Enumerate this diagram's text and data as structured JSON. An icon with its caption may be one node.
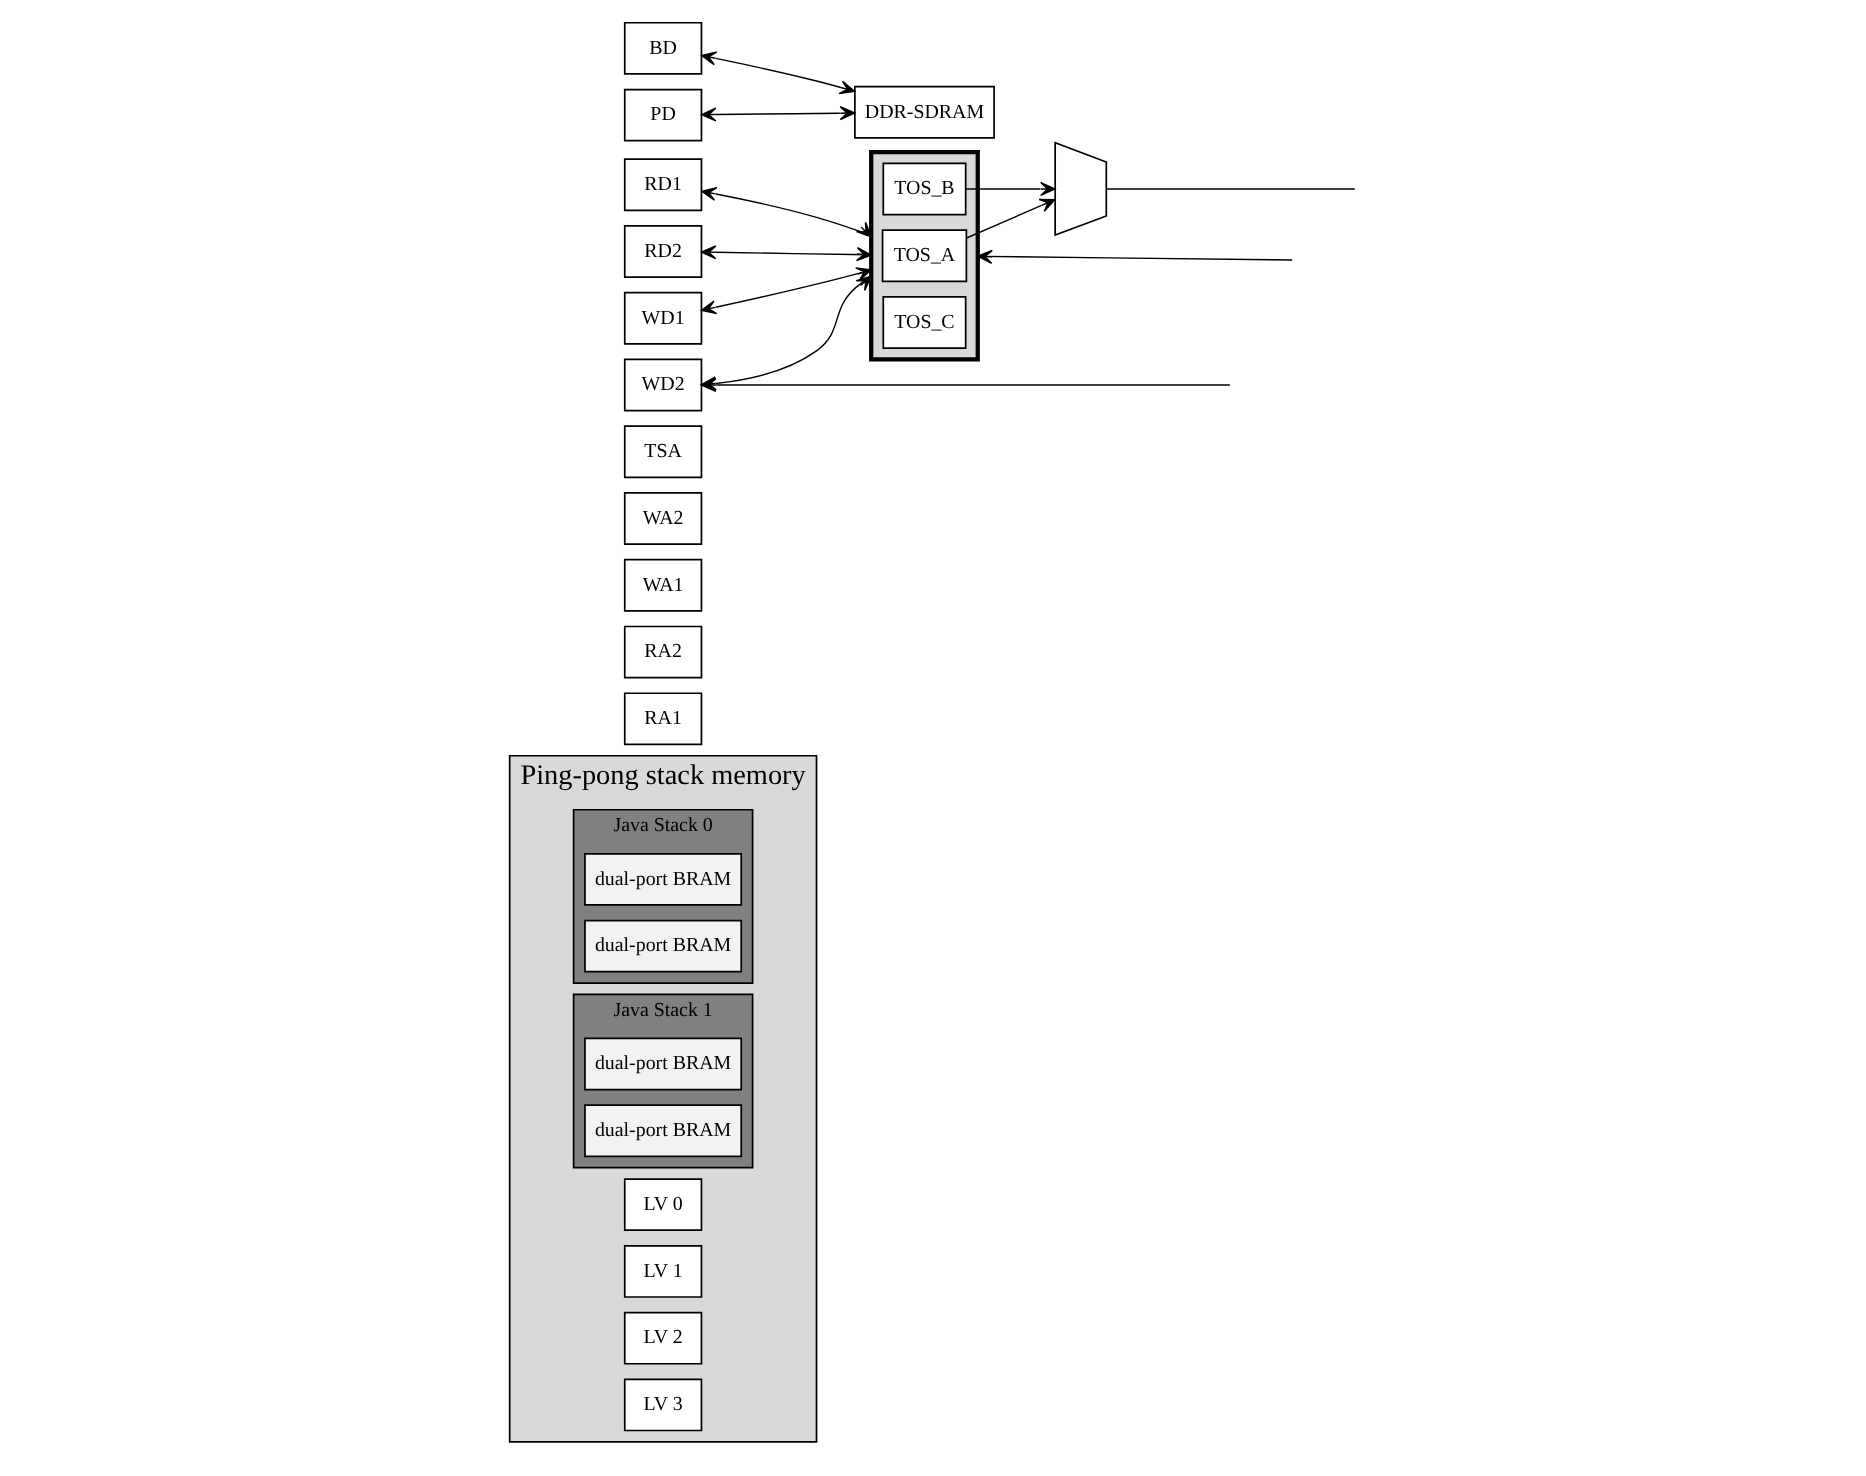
{
  "diagram": {
    "nodes": [
      {
        "text": [
          "Ping-pong stack memory"
        ]
      },
      {
        "text": [
          "RA1"
        ]
      },
      {
        "text": [
          "RA2"
        ]
      },
      {
        "text": [
          "WA1"
        ]
      },
      {
        "text": [
          "WA2"
        ]
      },
      {
        "text": [
          "TSA"
        ]
      },
      {
        "text": [
          "LV 0"
        ],
        "in": 0
      },
      {
        "text": [
          "LV 1"
        ],
        "in": 0
      },
      {
        "text": [
          "LV 2"
        ],
        "in": 0
      },
      {
        "text": [
          "LV 3"
        ],
        "in": 0
      },
      {
        "text": [
          "Java Stack 0"
        ],
        "in": 0
      },
      {
        "text": [
          "dual-port BRAM"
        ],
        "in": 10
      },
      {
        "text": [
          "dual-port BRAM"
        ],
        "in": 10
      },
      {
        "text": [
          "Java Stack 1"
        ],
        "in": 0
      },
      {
        "text": [
          "dual-port BRAM"
        ],
        "in": 13
      },
      {
        "text": [
          "dual-port BRAM"
        ],
        "in": 13
      },
      {
        "text": [
          "RD1"
        ]
      },
      {
        "text": [
          "RD2"
        ]
      },
      {
        "text": [
          "WD1"
        ]
      },
      {
        "text": [
          "WD2"
        ]
      },
      {
        "text": [
          "BD"
        ]
      },
      {
        "text": [
          "PD"
        ]
      },
      {
        "text": [],
        "shape": "box"
      },
      {
        "text": [
          "TOS_A"
        ],
        "in": 22
      },
      {
        "text": [
          "TOS_B"
        ],
        "in": 22
      },
      {
        "text": [
          "TOS_C"
        ],
        "in": 22
      },
      {
        "text": [],
        "shape": "trapezoid"
      },
      {
        "text": [
          "DDR-SDRAM"
        ]
      }
    ],
    "edges": [
      {
        "from": 16,
        "to": 22,
        "arrow": "both"
      },
      {
        "from": 17,
        "to": 22,
        "arrow": "both"
      },
      {
        "from": 18,
        "to": 22,
        "arrow": "both"
      },
      {
        "from": 19,
        "to": 22,
        "arrow": "both"
      },
      {
        "from": null,
        "to": 22,
        "arrow": "to"
      },
      {
        "from": null,
        "to": 19,
        "arrow": "to"
      },
      {
        "from": 23,
        "to": 26,
        "arrow": "to"
      },
      {
        "from": 24,
        "to": 26,
        "arrow": "to"
      },
      {
        "from": 26,
        "to": null,
        "arrow": "none"
      },
      {
        "from": 20,
        "to": 27,
        "arrow": "both"
      },
      {
        "from": 21,
        "to": 27,
        "arrow": "both"
      }
    ]
  }
}
